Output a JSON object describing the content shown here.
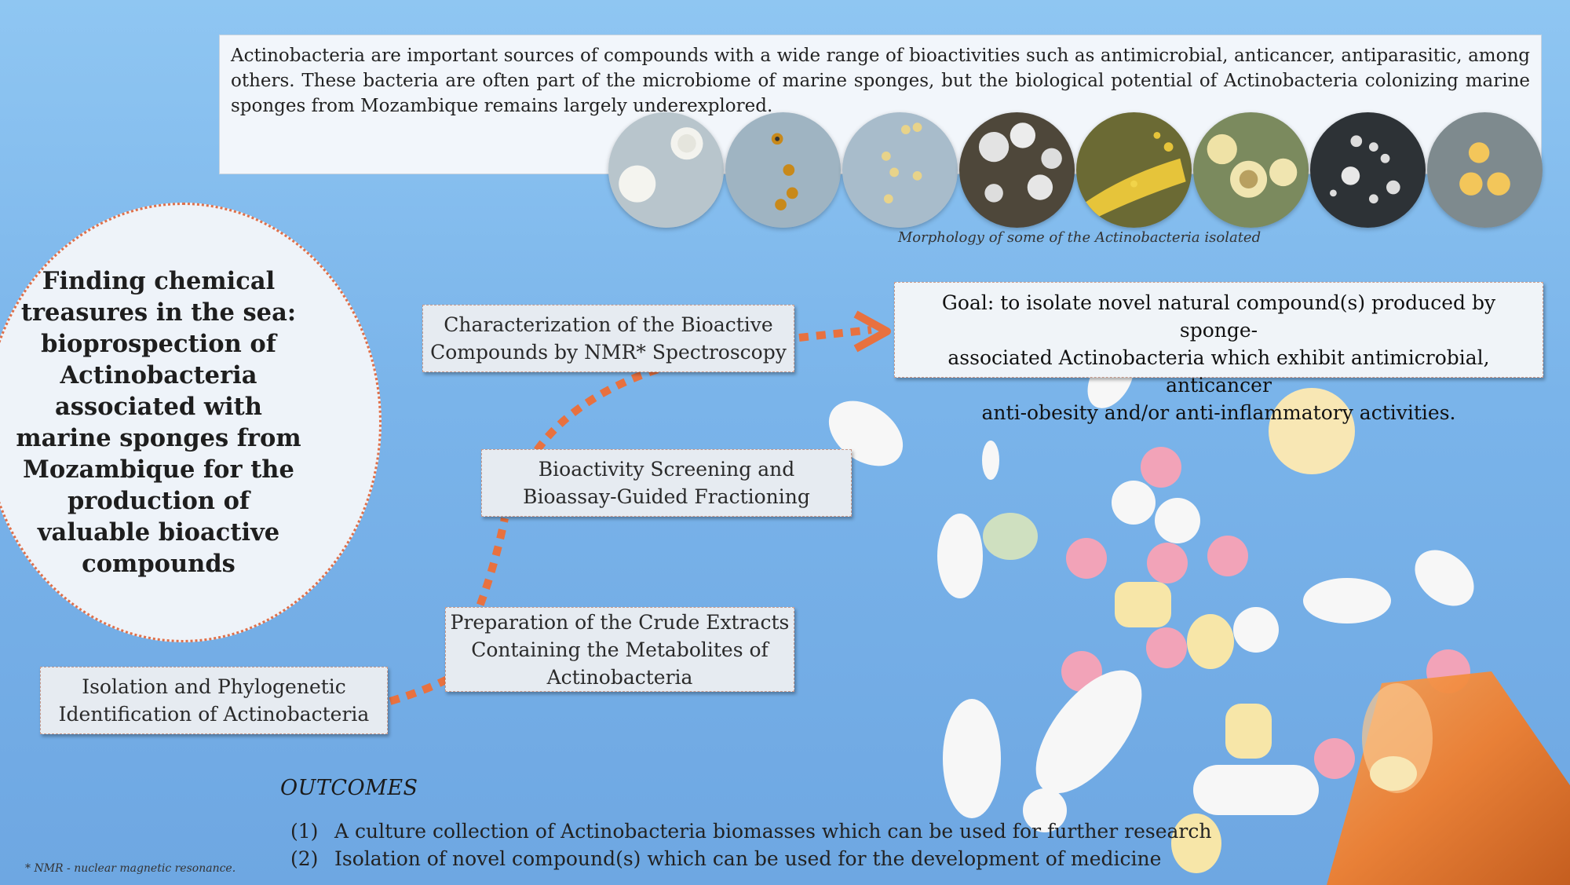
{
  "intro": {
    "text": "Actinobacteria are important sources of compounds with a wide range of bioactivities such as antimicrobial, anticancer, antiparasitic, among others. These bacteria are often part of the microbiome of marine sponges, but the biological potential of Actinobacteria colonizing marine sponges from Mozambique remains largely underexplored."
  },
  "colonies_caption": "Morphology of some of the Actinobacteria isolated",
  "title": "Finding chemical treasures in the sea: bioprospection of Actinobacteria associated with marine sponges from Mozambique for the production of valuable bioactive compounds",
  "steps": [
    {
      "line1": "Isolation and Phylogenetic",
      "line2": "Identification of Actinobacteria",
      "line3": ""
    },
    {
      "line1": "Preparation of the Crude Extracts",
      "line2": "Containing the Metabolites of",
      "line3": "Actinobacteria"
    },
    {
      "line1": "Bioactivity Screening and",
      "line2": "Bioassay-Guided Fractioning",
      "line3": ""
    },
    {
      "line1": "Characterization of the Bioactive",
      "line2": "Compounds by NMR* Spectroscopy",
      "line3": ""
    }
  ],
  "goal": {
    "line1": "Goal: to isolate novel natural compound(s) produced by sponge-",
    "line2": "associated Actinobacteria which exhibit antimicrobial, anticancer",
    "line3": "anti-obesity and/or anti-inflammatory activities."
  },
  "outcomes": {
    "title": "OUTCOMES",
    "items": [
      {
        "num": "(1)",
        "text": "A culture collection of Actinobacteria biomasses which can be used for further research"
      },
      {
        "num": "(2)",
        "text": "Isolation of novel compound(s) which can be used for the development of medicine"
      }
    ]
  },
  "footnote": "* NMR - nuclear magnetic resonance.",
  "colors": {
    "arrow": "#e8713f",
    "background": "#7ab4ea"
  },
  "icons": [
    "colony-image",
    "pill-image",
    "pill-bottle-image",
    "arrow-head-icon"
  ]
}
